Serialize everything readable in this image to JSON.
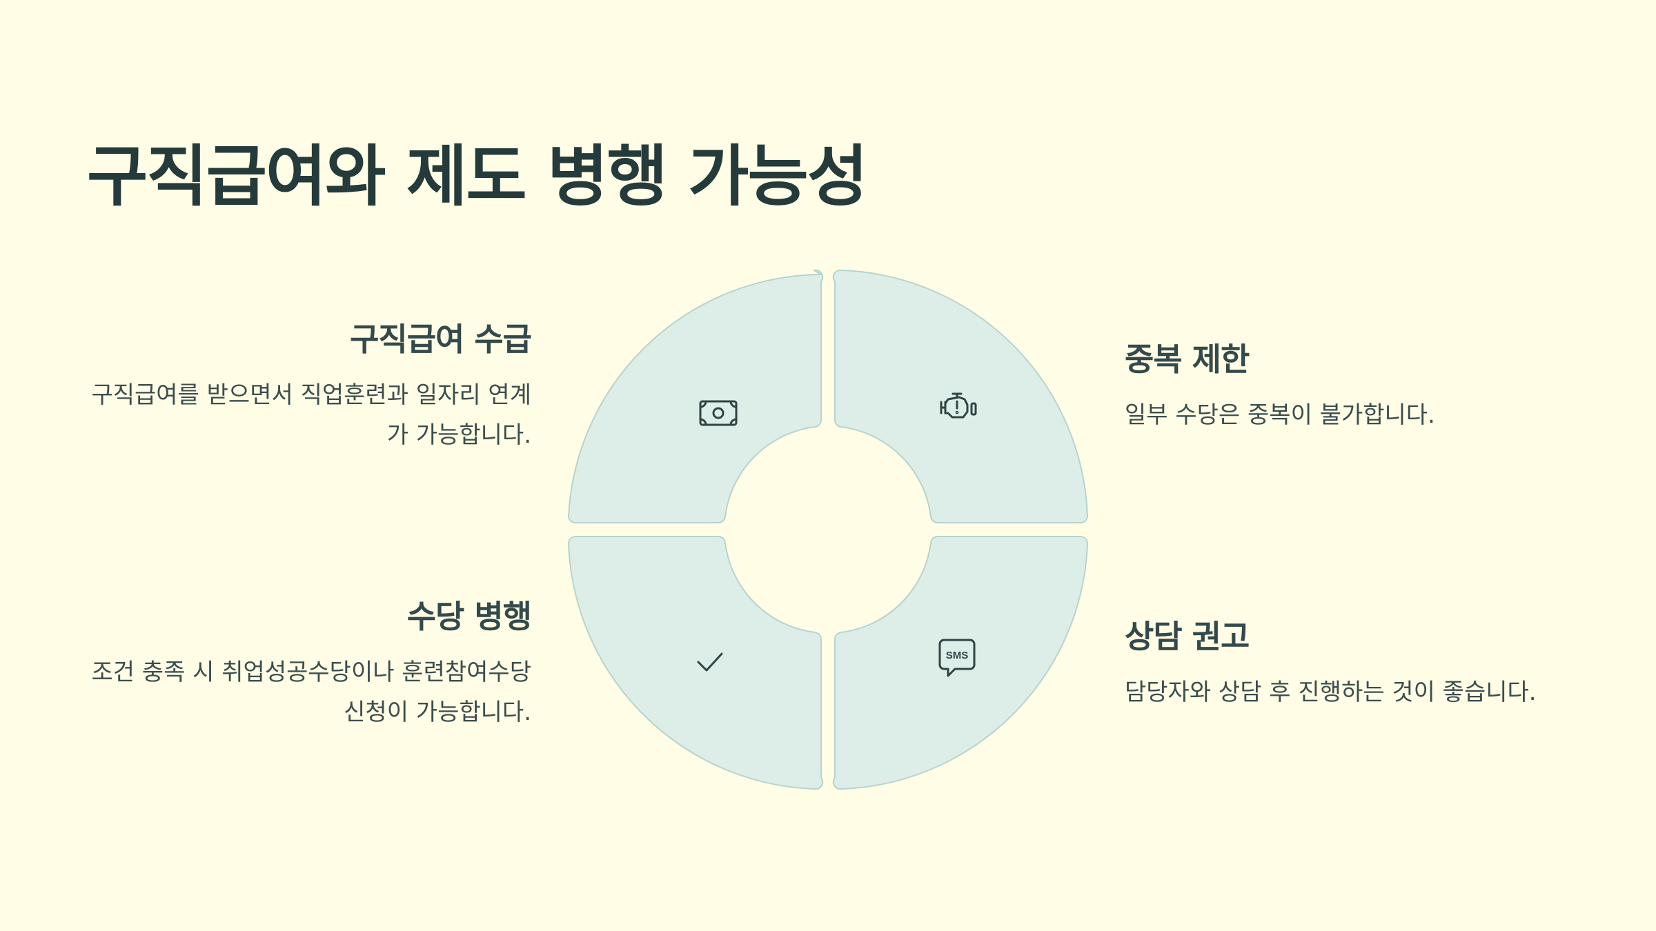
{
  "title": "구직급여와 제도 병행 가능성",
  "items": [
    {
      "id": "top-left",
      "heading": "구직급여 수급",
      "text": "구직급여를 받으면서 직업훈련과 일자리 연계가 가능합니다.",
      "icon": "banknote-icon"
    },
    {
      "id": "top-right",
      "heading": "중복 제한",
      "text": "일부 수당은 중복이 불가합니다.",
      "icon": "engine-warning-icon"
    },
    {
      "id": "bottom-left",
      "heading": "수당 병행",
      "text": "조건 충족 시 취업성공수당이나 훈련참여수당 신청이 가능합니다.",
      "icon": "checkmark-icon"
    },
    {
      "id": "bottom-right",
      "heading": "상담 권고",
      "text": "담당자와 상담 후 진행하는 것이 좋습니다.",
      "icon": "sms-icon",
      "icon_text": "SMS"
    }
  ],
  "colors": {
    "background": "#fffde6",
    "segment_fill": "#dceee7",
    "segment_stroke": "#b9d3cd",
    "text": "#2b3b3b"
  }
}
